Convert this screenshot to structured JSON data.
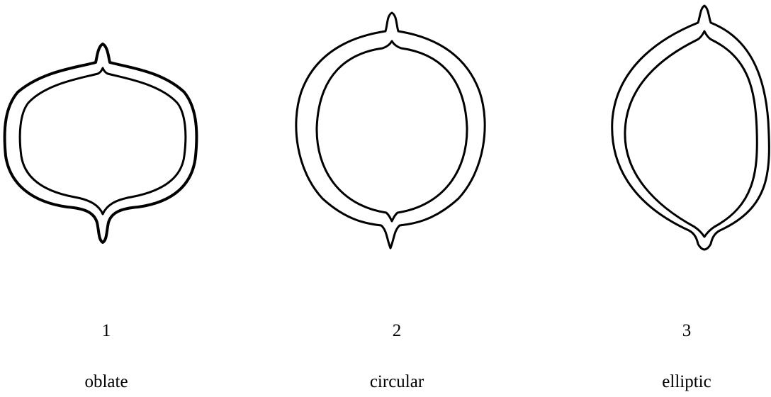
{
  "shapes": [
    {
      "number": "1",
      "name": "oblate"
    },
    {
      "number": "2",
      "name": "circular"
    },
    {
      "number": "3",
      "name": "elliptic"
    }
  ],
  "colors": {
    "line": "#000000",
    "background": "#ffffff"
  }
}
